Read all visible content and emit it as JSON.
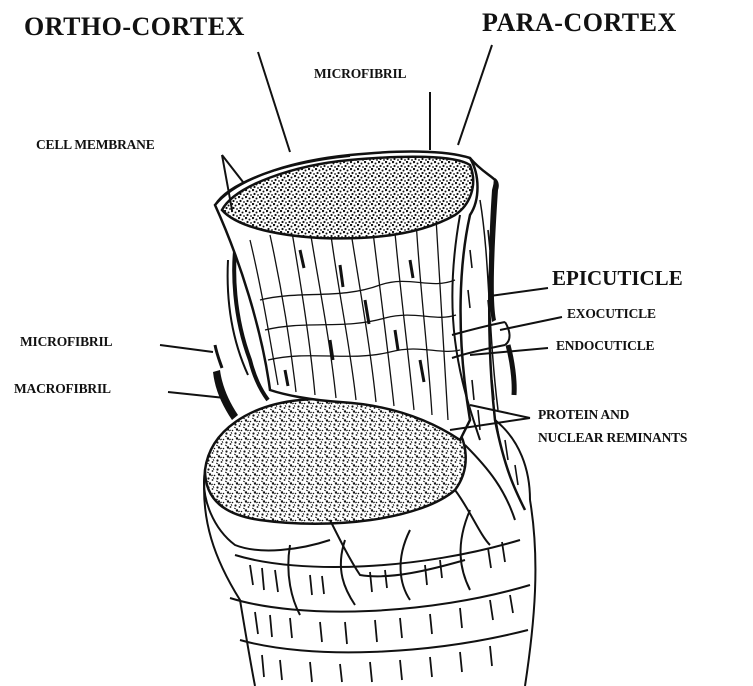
{
  "labels": {
    "ortho_cortex": "ORTHO-CORTEX",
    "para_cortex": "PARA-CORTEX",
    "microfibril_top": "MICROFIBRIL",
    "cell_membrane": "CELL MEMBRANE",
    "epicuticle": "EPICUTICLE",
    "exocuticle": "EXOCUTICLE",
    "endocuticle": "ENDOCUTICLE",
    "microfibril_left": "MICROFIBRIL",
    "macrofibril": "MACROFIBRIL",
    "protein_line1": "PROTEIN AND",
    "protein_line2": "NUCLEAR REMINANTS"
  },
  "colors": {
    "ink": "#111111",
    "paper": "#ffffff"
  }
}
